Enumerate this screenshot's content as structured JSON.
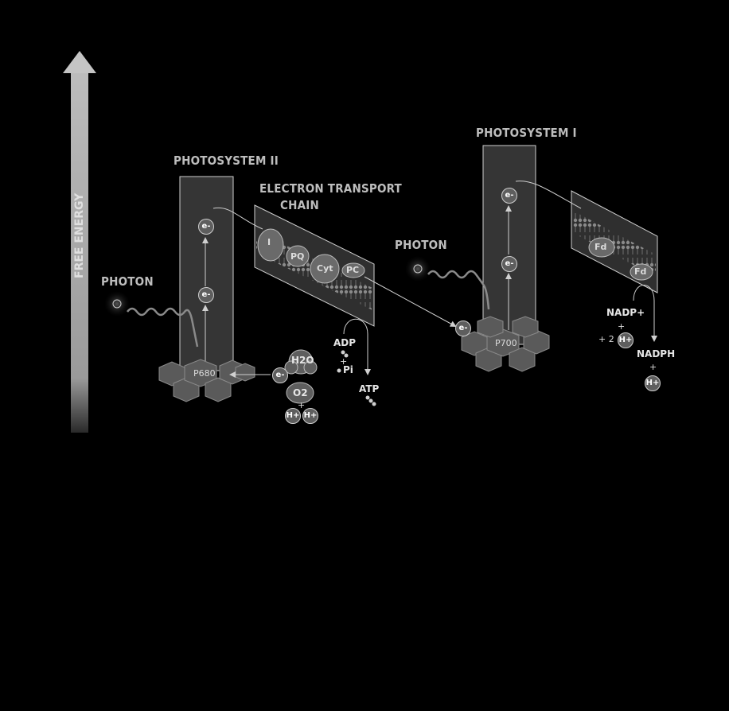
{
  "axis": {
    "label": "FREE ENERGY"
  },
  "photosystem_ii": {
    "title": "PHOTOSYSTEM II",
    "reaction_center": "P680",
    "electron": "e-"
  },
  "photosystem_i": {
    "title": "PHOTOSYSTEM I",
    "reaction_center": "P700",
    "electron": "e-"
  },
  "photon_left": {
    "label": "PHOTON"
  },
  "photon_right": {
    "label": "PHOTON"
  },
  "etc": {
    "title_line1": "ELECTRON TRANSPORT",
    "title_line2": "CHAIN",
    "complexes": [
      "I",
      "PQ",
      "Cyt",
      "PC"
    ]
  },
  "fd_complexes": [
    "Fd",
    "Fd"
  ],
  "water": {
    "h2o": "H2O",
    "o2": "O2",
    "plus": "+",
    "h_plus": "H+",
    "e": "e-"
  },
  "atp_synthesis": {
    "adp": "ADP",
    "plus": "+",
    "pi": "Pi",
    "atp": "ATP"
  },
  "nadph_synthesis": {
    "nadp": "NADP+",
    "plus": "+",
    "two_h": "+ 2",
    "h_plus": "H+",
    "nadph": "NADPH"
  },
  "colors": {
    "background": "#000000",
    "panel": "#3a3a3a",
    "panel_border": "#cfcfcf",
    "label": "#bdbdbd",
    "arrow": "#9c9c9c"
  }
}
